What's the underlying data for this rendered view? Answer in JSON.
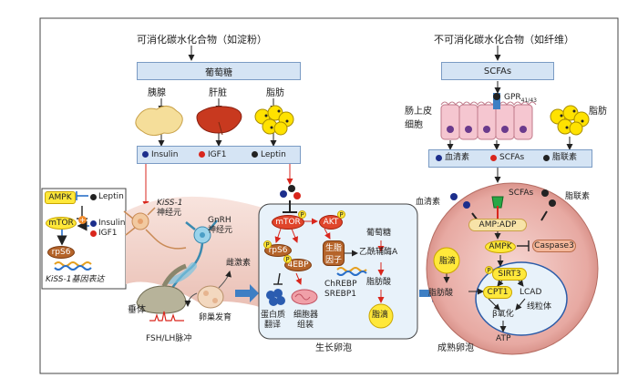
{
  "top_left": {
    "digestible": "可消化碳水化合物（如淀粉）",
    "glucose": "葡萄糖",
    "pancreas": "胰腺",
    "liver": "肝脏",
    "fat": "脂肪",
    "insulin": "Insulin",
    "igf1": "IGF1",
    "leptin": "Leptin"
  },
  "top_right": {
    "indigestible": "不可消化碳水化合物（如纤维）",
    "scfas": "SCFAs",
    "gpr": "GPR",
    "gpr_sub": "41/43",
    "epithelium_line1": "肠上皮",
    "epithelium_line2": "细胞",
    "fat": "脂肪",
    "serum": "血清素",
    "scfas2": "SCFAs",
    "adiponectin": "脂联素"
  },
  "kiss_panel": {
    "ampk": "AMPK",
    "leptin": "Leptin",
    "mtor": "mTOR",
    "insulin": "Insulin",
    "igf1": "IGF1",
    "rps6": "rpS6",
    "kiss_gene": "KiSS-1基因表达"
  },
  "brain": {
    "kiss_neuron_1": "KiSS-1",
    "kiss_neuron_2": "神经元",
    "gnrh_1": "GnRH",
    "gnrh_2": "神经元",
    "pituitary": "垂体",
    "pulse": "FSH/LH脉冲",
    "estrogen": "雌激素",
    "follicle_dev": "卵巢发育"
  },
  "growing": {
    "mtor": "mTOR",
    "akt": "AKT",
    "rps6": "rpS6",
    "four_ebp": "4EBP",
    "srebp_1": "生脂",
    "srebp_2": "因子",
    "chrebp": "ChREBP",
    "srebp1": "SREBP1",
    "acetyl": "乙酰辅酶A",
    "glucose": "葡萄糖",
    "fatty_acid": "脂肪酸",
    "droplet": "脂滴",
    "protein_1": "蛋白质",
    "protein_2": "翻译",
    "organelle_1": "细胞器",
    "organelle_2": "组装",
    "label": "生长卵泡",
    "p": "P"
  },
  "mature": {
    "serum": "血清素",
    "scfas": "SCFAs",
    "adiponectin": "脂联素",
    "ampadp": "AMP:ADP",
    "ampk": "AMPK",
    "caspase": "Caspase3",
    "droplet": "脂滴",
    "fatty_acid": "脂肪酸",
    "sirt3": "SIRT3",
    "cpt1": "CPT1",
    "lcad": "LCAD",
    "beta_ox": "β氧化",
    "mito": "线粒体",
    "atp": "ATP",
    "label": "成熟卵泡",
    "p": "P"
  },
  "colors": {
    "blue_box": "#d5e4f4",
    "yellow": "#ffe83a",
    "brown": "#b5642a",
    "red": "#e0452b"
  }
}
